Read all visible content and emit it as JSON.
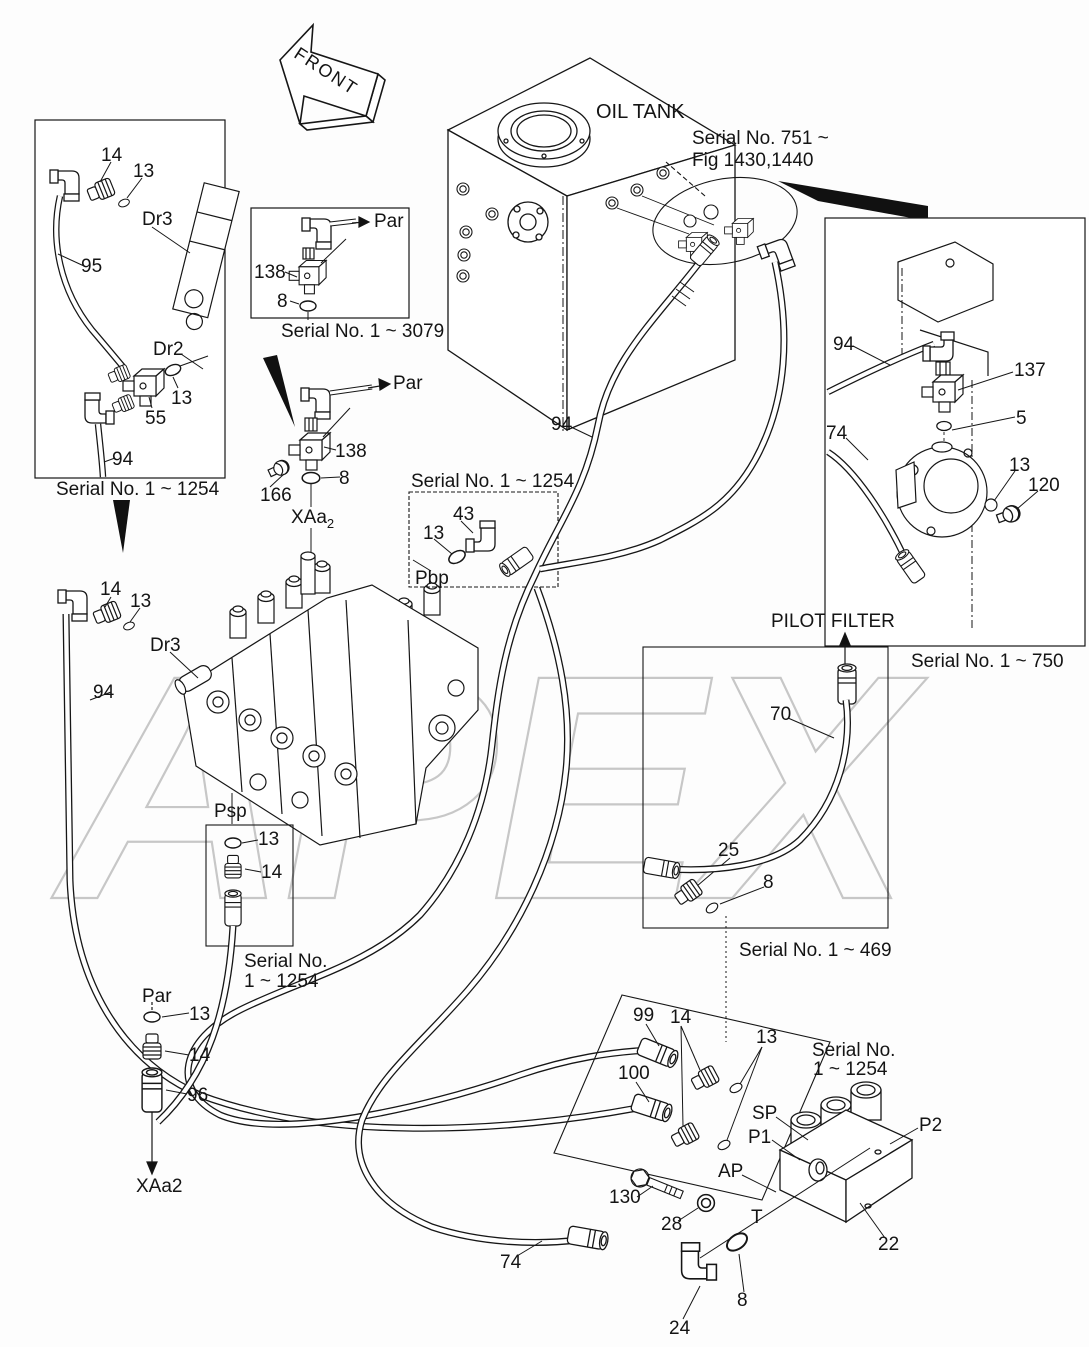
{
  "watermark": "APEX",
  "front_arrow": {
    "label": "FRONT"
  },
  "oil_tank": {
    "label": "OIL TANK"
  },
  "callout_751": {
    "line1": "Serial No. 751 ~",
    "line2": "Fig 1430,1440"
  },
  "box_left": {
    "serial": "Serial No. 1 ~ 1254",
    "p14": "14",
    "p13a": "13",
    "dr3": "Dr3",
    "p95": "95",
    "dr2": "Dr2",
    "p13b": "13",
    "p55": "55",
    "p94": "94"
  },
  "box_3079": {
    "serial": "Serial No. 1 ~ 3079",
    "par": "Par",
    "p138": "138",
    "p8": "8"
  },
  "par_group": {
    "par": "Par",
    "p138": "138",
    "p8": "8",
    "p166": "166",
    "xaa2": "XAa",
    "xaa2_sub": "2"
  },
  "box_pbp": {
    "serial": "Serial No. 1 ~ 1254",
    "p43": "43",
    "p13": "13",
    "pbp": "Pbp"
  },
  "box_right": {
    "serial": "Serial No. 1 ~ 750",
    "p94": "94",
    "p137": "137",
    "p5": "5",
    "p74": "74",
    "p13": "13",
    "p120": "120"
  },
  "valve_area": {
    "p14": "14",
    "p13": "13",
    "dr3": "Dr3",
    "p94": "94"
  },
  "hose94_label": "94",
  "pilot": {
    "title": "PILOT FILTER",
    "p70": "70",
    "p25": "25",
    "p8": "8",
    "serial": "Serial No. 1 ~ 469"
  },
  "psp_group": {
    "psp": "Psp",
    "p13": "13",
    "p14": "14",
    "serial_line1": "Serial No.",
    "serial_line2": "1 ~ 1254"
  },
  "xaa2_group": {
    "par": "Par",
    "p13": "13",
    "p14": "14",
    "p96": "96",
    "xaa2": "XAa2"
  },
  "bottom_group": {
    "p99": "99",
    "p14": "14",
    "p13": "13",
    "p100": "100",
    "serial_line1": "Serial No.",
    "serial_line2": "1 ~ 1254",
    "sp": "SP",
    "p1": "P1",
    "ap": "AP",
    "p130": "130",
    "p28": "28",
    "t": "T",
    "p2": "P2",
    "p22": "22"
  },
  "bottom_hose": {
    "p74": "74",
    "p24": "24",
    "p8": "8"
  }
}
